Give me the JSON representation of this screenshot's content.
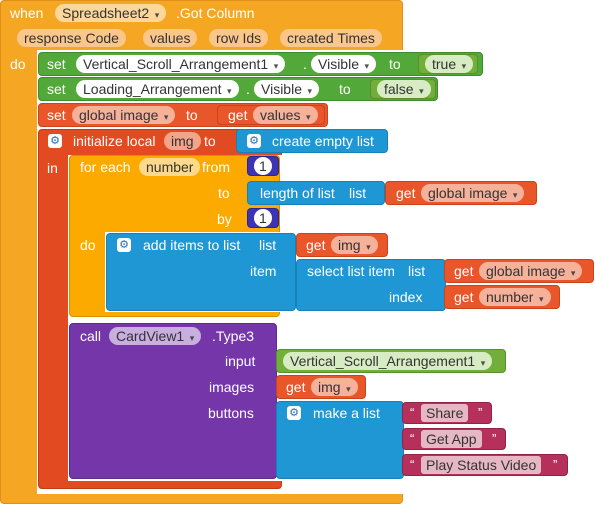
{
  "colors": {
    "event": "#f5a623",
    "event_dark": "#e8941a",
    "event_param": "#f7bf64",
    "component_set": "#52a838",
    "component_set_dark": "#3f8a2a",
    "variable": "#e8562a",
    "variable_dark": "#c9431c",
    "local_var": "#e24a22",
    "control": "#fdaa00",
    "list": "#1f97d4",
    "list_dark": "#1580ba",
    "math": "#3b35b5",
    "logic": "#72ae3a",
    "call": "#7436a8",
    "call_dark": "#5e2a8b",
    "text": "#b5305a",
    "pill_light": "#ffffff"
  },
  "event": {
    "keyword_when": "when",
    "component": "Spreadsheet2",
    "event_name": ".Got Column",
    "params": [
      "response Code",
      "values",
      "row Ids",
      "created Times"
    ],
    "keyword_do": "do"
  },
  "set_vsa": {
    "keyword": "set",
    "component": "Vertical_Scroll_Arrangement1",
    "dot": ".",
    "property": "Visible",
    "to": "to",
    "value": "true"
  },
  "set_loading": {
    "keyword": "set",
    "component": "Loading_Arrangement",
    "dot": ".",
    "property": "Visible",
    "to": "to",
    "value": "false"
  },
  "set_global": {
    "keyword": "set",
    "variable": "global image",
    "to": "to",
    "get": "get",
    "value": "values"
  },
  "init_local": {
    "label": "initialize local",
    "name": "img",
    "to": "to",
    "value": "create empty list",
    "in": "in"
  },
  "for_each": {
    "label": "for each",
    "var": "number",
    "from": "from",
    "from_value": "1",
    "to": "to",
    "length_label": "length of list",
    "list_label": "list",
    "get": "get",
    "list_value": "global image",
    "by": "by",
    "by_value": "1",
    "do": "do"
  },
  "add_items": {
    "label": "add items to list",
    "list_label": "list",
    "get": "get",
    "list_value": "img",
    "item_label": "item",
    "select_label": "select list item",
    "select_list_label": "list",
    "select_list_value": "global image",
    "index_label": "index",
    "index_value": "number"
  },
  "call": {
    "keyword": "call",
    "component": "CardView1",
    "method": ".Type3",
    "input_label": "input",
    "input_value": "Vertical_Scroll_Arrangement1",
    "images_label": "images",
    "get": "get",
    "images_value": "img",
    "buttons_label": "buttons",
    "make_list_label": "make a list",
    "items": [
      "Share",
      "Get App",
      "Play Status Video"
    ],
    "quote": "“",
    "quote_close": "”"
  }
}
